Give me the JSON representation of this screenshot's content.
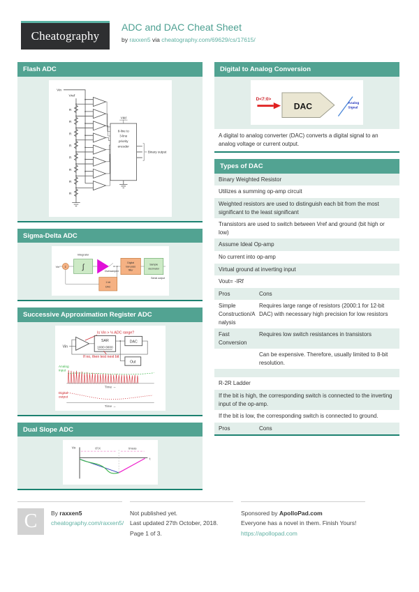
{
  "theme": {
    "teal_header": "#52a392",
    "teal_dark_border": "#1b8170",
    "teal_link": "#5fb0a2",
    "panel_bg": "#e2eeea",
    "red": "#cc2027",
    "magenta": "#e010d8",
    "orange_box": "#f5b183",
    "green_box": "#cdeac6"
  },
  "header": {
    "logo": "Cheatography",
    "title": "ADC and DAC Cheat Sheet",
    "by": "by",
    "user": "raxxen5",
    "via": "via",
    "url": "cheatography.com/69629/cs/17615/"
  },
  "sections": {
    "flash": {
      "title": "Flash ADC",
      "vin": "Vin",
      "vref": "Vref",
      "r": "R",
      "vdd": "Vdd",
      "enc1": "8-line to",
      "enc2": "3-line",
      "enc3": "priority",
      "enc4": "encoder",
      "binary": "Binary output"
    },
    "sigma": {
      "title": "Sigma-Delta ADC",
      "vin": "Vin",
      "sum": "Σ",
      "integrator": "Integrator",
      "integral": "∫",
      "oversampler": "Oversampler",
      "filter1": "Digital",
      "filter2": "low-pass",
      "filter3": "filter",
      "dec1": "Sample",
      "dec2": "decimator",
      "serial": "Serial output",
      "fb1": "1 bit",
      "fb2": "DAC"
    },
    "sar": {
      "title": "Successive Approximation Register ADC",
      "q": "Is Vin > ½ ADC range?",
      "vin": "Vin",
      "sar": "SAR",
      "code": "1000 0000",
      "dac": "DAC",
      "no": "If no, then test next bit",
      "out": "Out",
      "analog1": "Analog",
      "analog2": "input",
      "dig1": "Digital",
      "dig2": "output",
      "time": "Time →"
    },
    "dual": {
      "title": "Dual Slope ADC",
      "vo": "Vo",
      "t": "t",
      "tfix": "tFIX",
      "tmeas": "tmeas"
    },
    "d2a": {
      "title": "Digital to Analog Conversion",
      "bus": "D<7:0>",
      "dac": "DAC",
      "sig1": "Analog",
      "sig2": "Signal",
      "desc": "A digital to analog converter (DAC) converts a digital signal to an analog voltage or current output."
    },
    "types": {
      "title": "Types of DAC",
      "rows": [
        {
          "full": "Binary Weighted Resistor"
        },
        {
          "full": "Utilizes a summing op-amp circuit"
        },
        {
          "full": "Weighted resistors are used to distinguish each bit from the most significant to the least significant"
        },
        {
          "full": "Transistors are used to switch between Vref and ground (bit high or low)"
        },
        {
          "full": "Assume Ideal Op-amp"
        },
        {
          "full": "No current into op-amp"
        },
        {
          "full": "Virtual ground at inverting input"
        },
        {
          "full": "Vout= -IRf"
        },
        {
          "c1": "Pros",
          "c2": "Cons"
        },
        {
          "c1": "Simple Construction/A nalysis",
          "c2": "Requires large range of resistors (2000:1 for 12-bit DAC) with necessary high precision for low resistors"
        },
        {
          "c1": "Fast Conversion",
          "c2": "Requires low switch resistances in transistors"
        },
        {
          "c1": "",
          "c2": "Can be expensive. Therefore, usually limited to 8-bit resolution."
        },
        {
          "full": ""
        },
        {
          "full": "R-2R Ladder"
        },
        {
          "full": "If the bit is high, the corresponding switch is connected to the inverting input of the op-amp."
        },
        {
          "full": "If the bit is low, the corresponding switch is connected to ground."
        },
        {
          "c1": "Pros",
          "c2": "Cons"
        }
      ]
    }
  },
  "footer": {
    "avatar": "C",
    "by": "By",
    "user": "raxxen5",
    "user_url": "cheatography.com/raxxen5/",
    "status": "Not published yet.",
    "updated": "Last updated 27th October, 2018.",
    "page": "Page 1 of 3.",
    "sponsored_by": "Sponsored by",
    "sponsor": "ApolloPad.com",
    "sponsor_tag": "Everyone has a novel in them. Finish Yours!",
    "sponsor_url": "https://apollopad.com"
  }
}
